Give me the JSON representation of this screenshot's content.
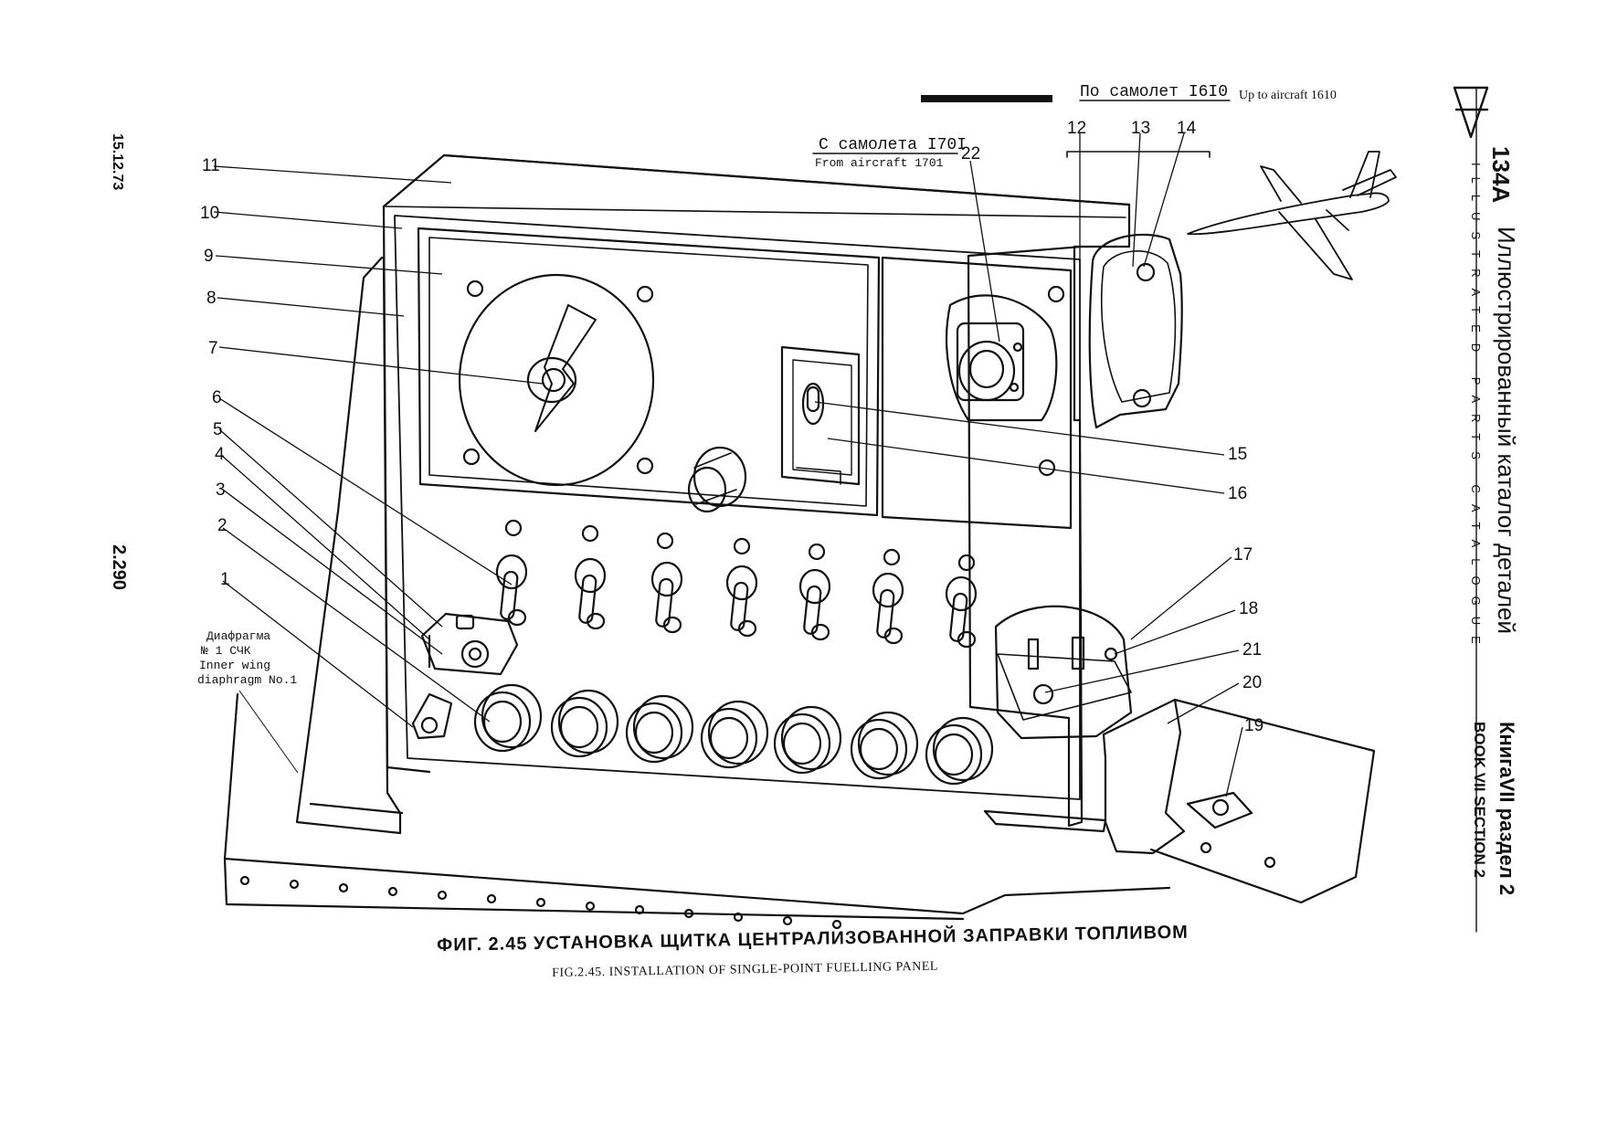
{
  "header": {
    "up_to_ru": "По самолет I6I0",
    "up_to_en": "Up to aircraft 1610",
    "from_ru": "С самолета I70I",
    "from_en": "From aircraft 1701"
  },
  "margin": {
    "date": "15.12.73",
    "page": "2.290"
  },
  "side_band": {
    "code": "134A",
    "title_ru": "Иллюстрированный каталог деталей",
    "title_en": "ILLUSTRATED PARTS CATALOGUE",
    "book_ru": "КнигаVII раздел 2",
    "book_en": "BOOK VII SECTION 2"
  },
  "note": {
    "line1": "Диафрагма",
    "line2": "№ 1 СЧК",
    "line3": "Inner wing",
    "line4": "diaphragm No.1"
  },
  "callouts": [
    "1",
    "2",
    "3",
    "4",
    "5",
    "6",
    "7",
    "8",
    "9",
    "10",
    "11",
    "12",
    "13",
    "14",
    "15",
    "16",
    "17",
    "18",
    "19",
    "20",
    "21",
    "22"
  ],
  "caption": {
    "ru": "ФИГ. 2.45  УСТАНОВКА ЩИТКА ЦЕНТРАЛИЗОВАННОЙ ЗАПРАВКИ ТОПЛИВОМ",
    "en": "FIG.2.45. INSTALLATION OF SINGLE-POINT FUELLING PANEL"
  },
  "colors": {
    "ink": "#111111",
    "paper": "#ffffff"
  }
}
